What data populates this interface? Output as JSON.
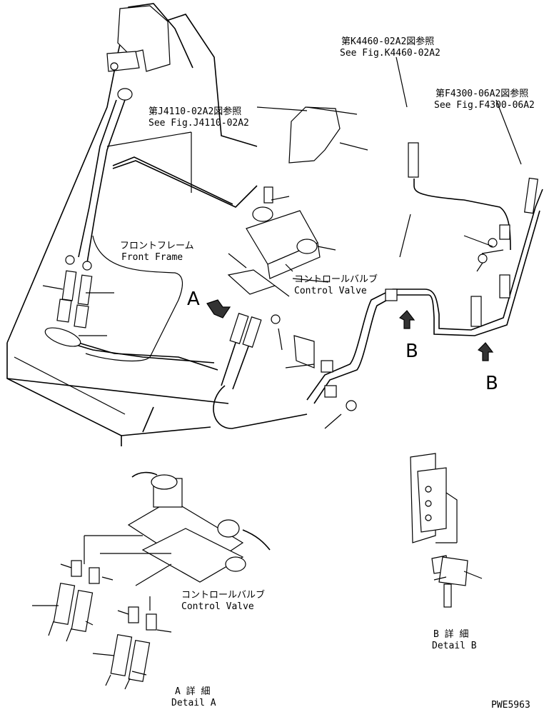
{
  "labels": {
    "ref_k4460_jp": "第K4460-02A2図参照",
    "ref_k4460_en": "See Fig.K4460-02A2",
    "ref_f4300_jp": "第F4300-06A2図参照",
    "ref_f4300_en": "See Fig.F4300-06A2",
    "ref_j4110_jp": "第J4110-02A2図参照",
    "ref_j4110_en": "See Fig.J4110-02A2",
    "front_frame_jp": "フロントフレーム",
    "front_frame_en": "Front Frame",
    "control_valve_jp": "コントロールバルブ",
    "control_valve_en": "Control Valve",
    "control_valve2_jp": "コントロールバルブ",
    "control_valve2_en": "Control Valve",
    "view_a": "A",
    "view_b1": "B",
    "view_b2": "B",
    "detail_a_jp": "A 詳 細",
    "detail_a_en": "Detail A",
    "detail_b_jp": "B 詳 細",
    "detail_b_en": "Detail B",
    "drawing_no": "PWE5963"
  }
}
